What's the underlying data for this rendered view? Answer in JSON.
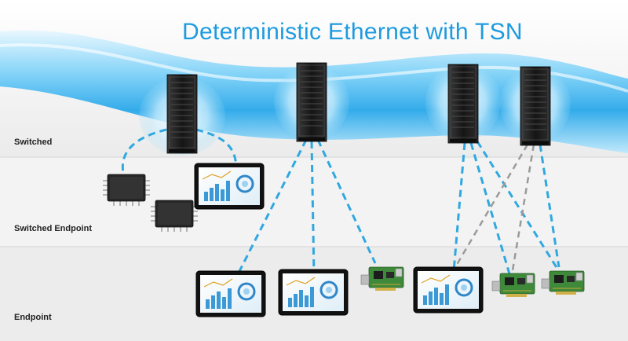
{
  "title": "Deterministic Ethernet with TSN",
  "tiers": {
    "switched": "Switched",
    "switched_endpoint": "Switched Endpoint",
    "endpoint": "Endpoint"
  },
  "colors": {
    "title": "#1d9be0",
    "cable": "#36b4ee",
    "link_blue": "#2fa8e0",
    "link_gray": "#9a9a9a",
    "band_light": "#f4f4f4",
    "band_mid": "#e9e9e9",
    "server": "#1a1a1a",
    "chip": "#2a2a2a",
    "nic_board": "#3f8a3a"
  },
  "icons": {
    "switch": "server-rack-icon",
    "chip": "ic-chip-icon",
    "tablet": "tablet-dashboard-icon",
    "nic": "network-card-icon"
  }
}
